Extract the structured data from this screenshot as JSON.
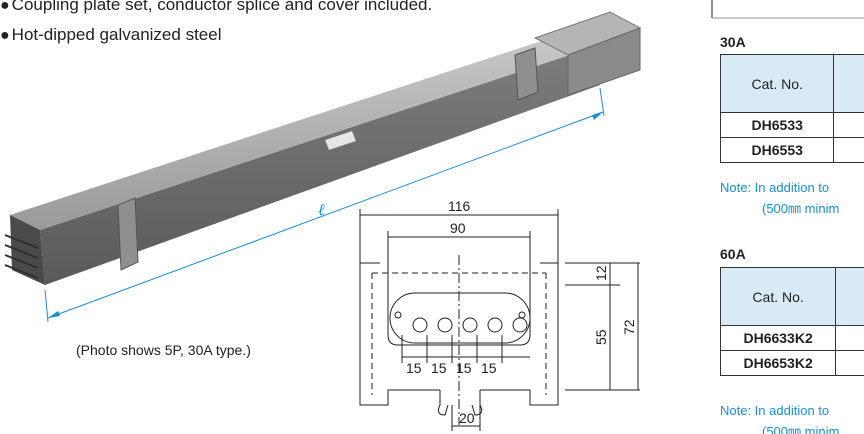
{
  "bullets": [
    "Coupling plate set, conductor splice and cover included.",
    "Hot-dipped galvanized steel"
  ],
  "bullet_marker": "●",
  "photo_caption": "(Photo shows 5P, 30A type.)",
  "length_symbol": "ℓ",
  "dimensions": {
    "overall_width": "116",
    "inner_width": "90",
    "pitch_1": "15",
    "pitch_2": "15",
    "pitch_3": "15",
    "pitch_4": "15",
    "slot_width": "20",
    "top_height": "12",
    "middle_height": "55",
    "total_height": "72"
  },
  "sections": [
    {
      "label": "30A",
      "header": "Cat. No.",
      "rows": [
        "DH6533",
        "DH6553"
      ],
      "note_line1": "Note: In addition to",
      "note_line2": "(500㎜ minim"
    },
    {
      "label": "60A",
      "header": "Cat. No.",
      "rows": [
        "DH6633K2",
        "DH6653K2"
      ],
      "note_line1": "Note: In addition to",
      "note_line2": "(500㎜ minim"
    }
  ],
  "colors": {
    "note_blue": "#1a8fd0",
    "header_bg": "#d9eaf7",
    "dimension_line": "#1a8fd0"
  }
}
